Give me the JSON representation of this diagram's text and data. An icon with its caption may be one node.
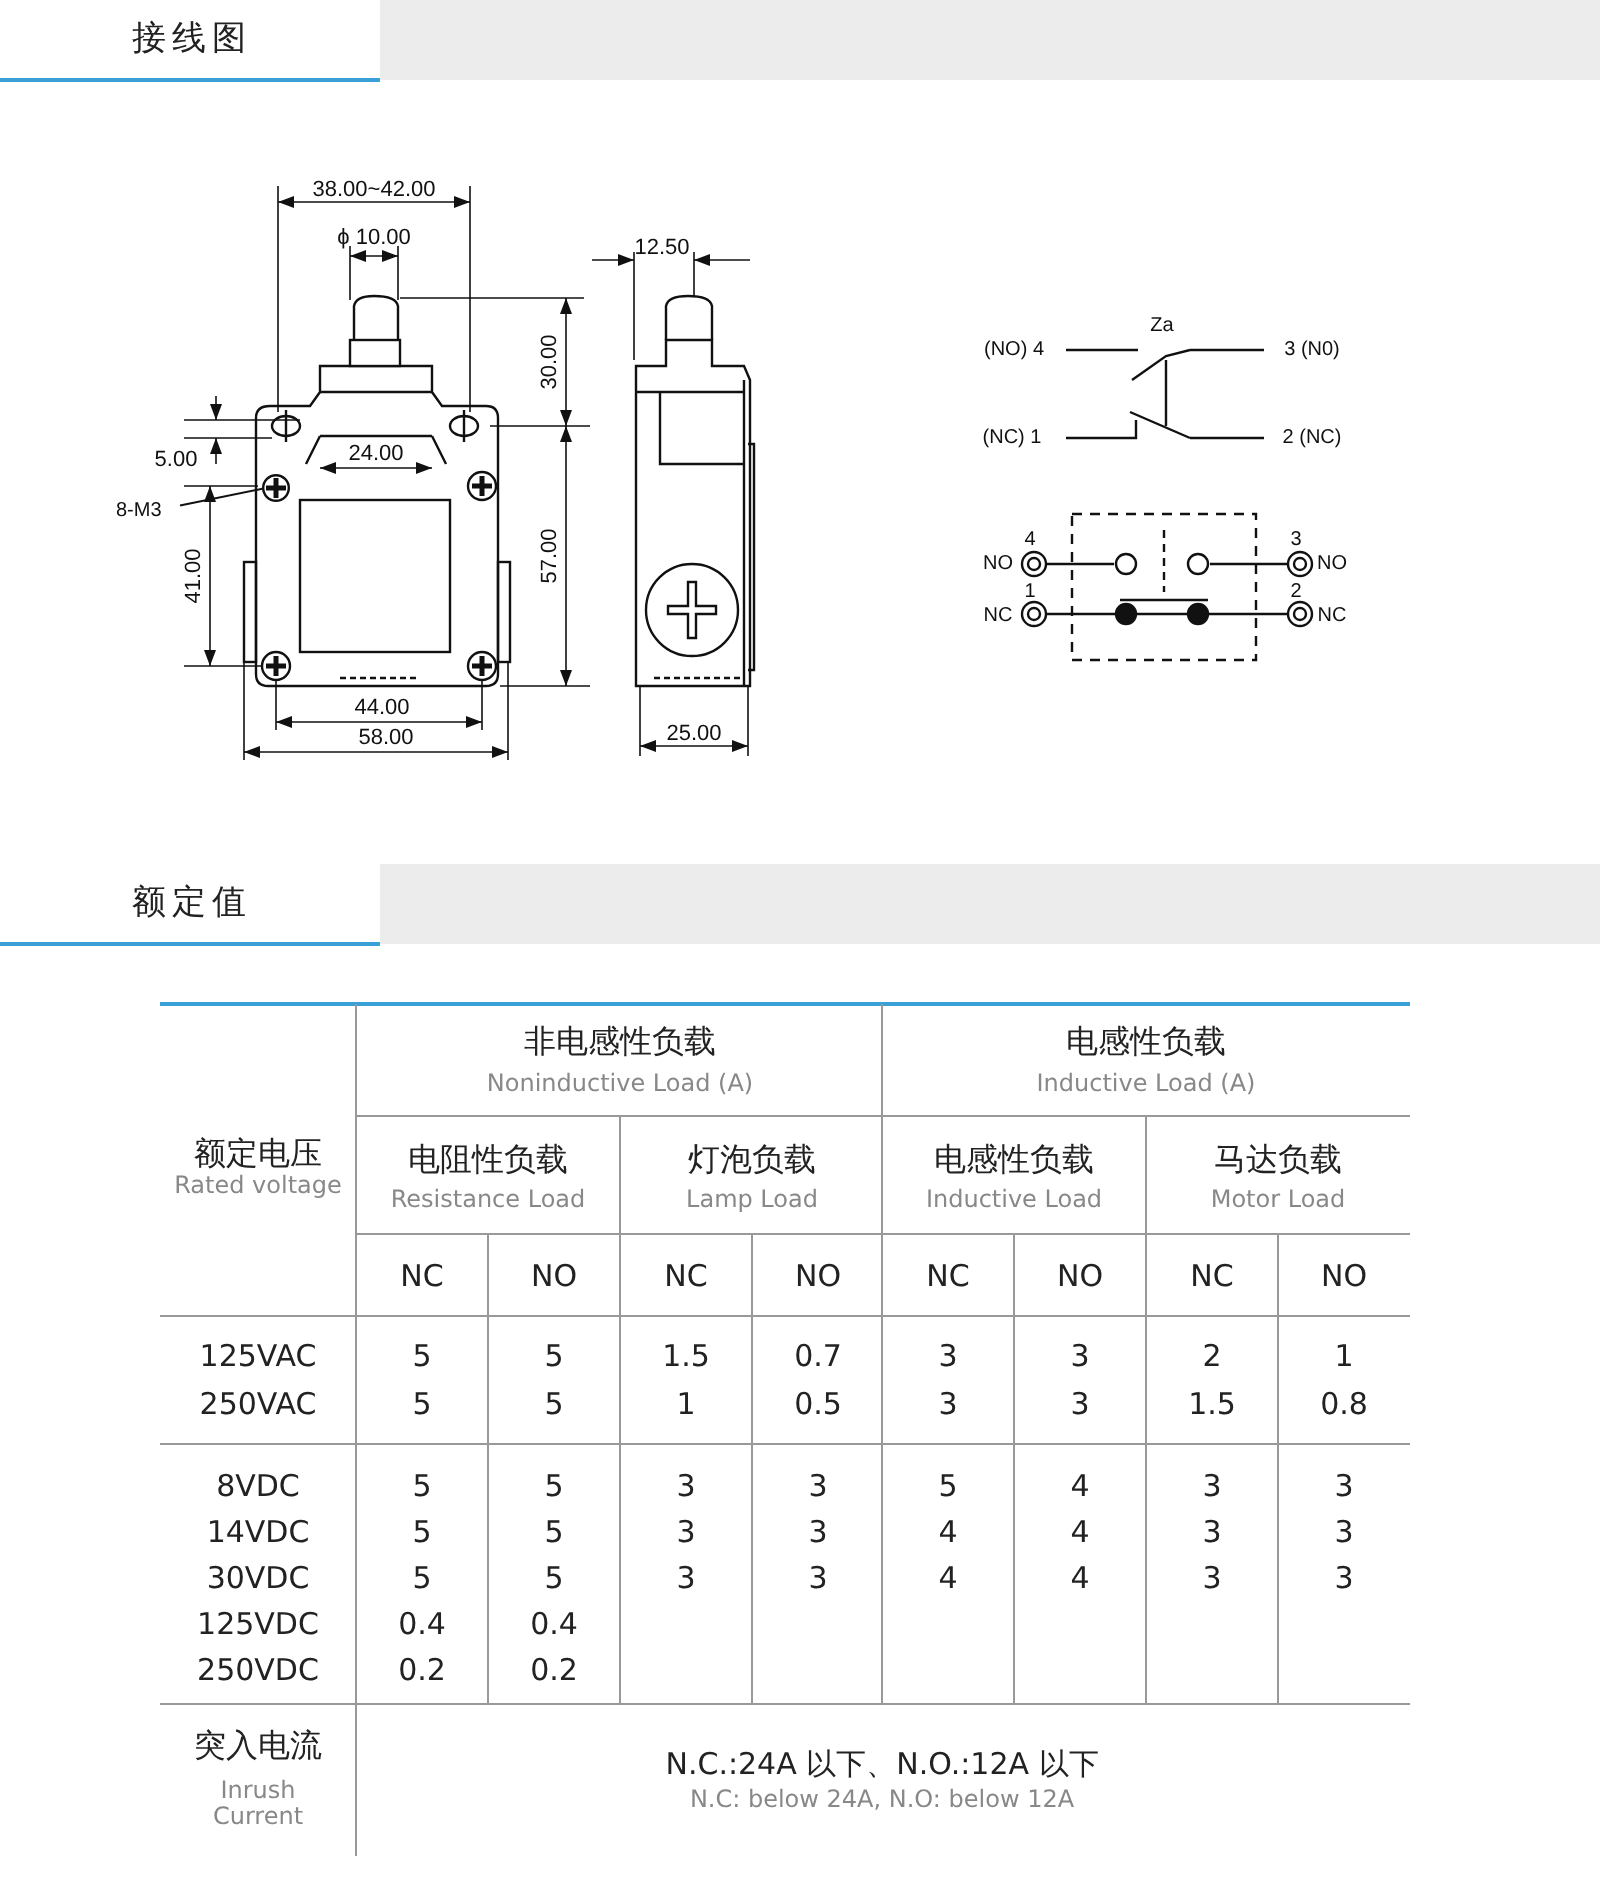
{
  "diagram": {
    "nodes": [
      {
        "text": [
          "8-M3"
        ]
      },
      {
        "text": [],
        "shape": "circle"
      }
    ],
    "edges": [
      {
        "from": 0,
        "to": 1,
        "arrow": "none"
      }
    ],
    "labels": [
      "接线图",
      "额定值",
      "38.00~42.00",
      "ϕ 10.00",
      "12.50",
      "30.00",
      "5.00",
      "24.00",
      "41.00",
      "57.00",
      "44.00",
      "58.00",
      "25.00",
      "(NO) 4",
      "Za",
      "3 (N0)",
      "(NC) 1",
      "2 (NC)",
      "4",
      "3",
      "NO",
      "NO",
      "1",
      "2",
      "NC",
      "NC",
      "非电感性负载",
      "Noninductive Load (A)",
      "电感性负载",
      "Inductive Load (A)",
      "额定电压",
      "Rated voltage",
      "电阻性负载",
      "Resistance Load",
      "灯泡负载",
      "Lamp Load",
      "电感性负载",
      "Inductive Load",
      "马达负载",
      "Motor Load",
      "NC",
      "NO",
      "NC",
      "NO",
      "NC",
      "NO",
      "NC",
      "NO",
      "125VAC",
      "5",
      "5",
      "1.5",
      "0.7",
      "3",
      "3",
      "2",
      "1",
      "250VAC",
      "5",
      "5",
      "1",
      "0.5",
      "3",
      "3",
      "1.5",
      "0.8",
      "8VDC",
      "5",
      "5",
      "3",
      "3",
      "5",
      "4",
      "3",
      "3",
      "14VDC",
      "5",
      "5",
      "3",
      "3",
      "4",
      "4",
      "3",
      "3",
      "30VDC",
      "5",
      "5",
      "3",
      "3",
      "4",
      "4",
      "3",
      "3",
      "125VDC",
      "0.4",
      "0.4",
      "250VDC",
      "0.2",
      "0.2",
      "突入电流",
      "Inrush Current",
      "N.C.:24A 以下、N.O.:12A 以下",
      "N.C: below 24A, N.O: below 12A"
    ]
  }
}
